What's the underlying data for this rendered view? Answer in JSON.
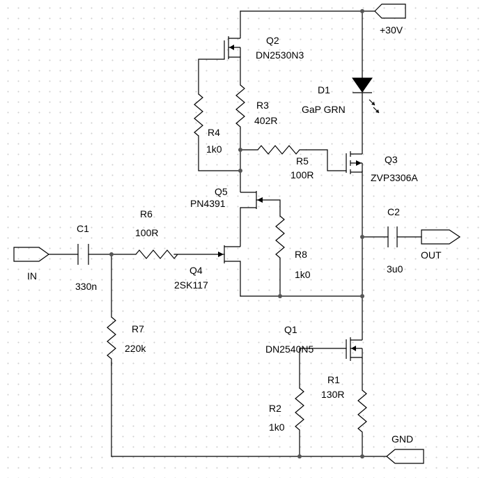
{
  "colors": {
    "wire": "#000000",
    "background": "#ffffff",
    "grid_dot": "#d2d2d2",
    "junction": "#555555"
  },
  "ports": {
    "vplus": "+30V",
    "input": "IN",
    "output": "OUT",
    "ground": "GND"
  },
  "components": {
    "Q2": {
      "ref": "Q2",
      "value": "DN2530N3"
    },
    "Q3": {
      "ref": "Q3",
      "value": "ZVP3306A"
    },
    "Q5": {
      "ref": "Q5",
      "value": "PN4391"
    },
    "Q4": {
      "ref": "Q4",
      "value": "2SK117"
    },
    "Q1": {
      "ref": "Q1",
      "value": "DN2540N5"
    },
    "D1": {
      "ref": "D1",
      "value": "GaP GRN"
    },
    "R1": {
      "ref": "R1",
      "value": "130R"
    },
    "R2": {
      "ref": "R2",
      "value": "1k0"
    },
    "R3": {
      "ref": "R3",
      "value": "402R"
    },
    "R4": {
      "ref": "R4",
      "value": "1k0"
    },
    "R5": {
      "ref": "R5",
      "value": "100R"
    },
    "R6": {
      "ref": "R6",
      "value": "100R"
    },
    "R7": {
      "ref": "R7",
      "value": "220k"
    },
    "R8": {
      "ref": "R8",
      "value": "1k0"
    },
    "C1": {
      "ref": "C1",
      "value": "330n"
    },
    "C2": {
      "ref": "C2",
      "value": "3u0"
    }
  }
}
